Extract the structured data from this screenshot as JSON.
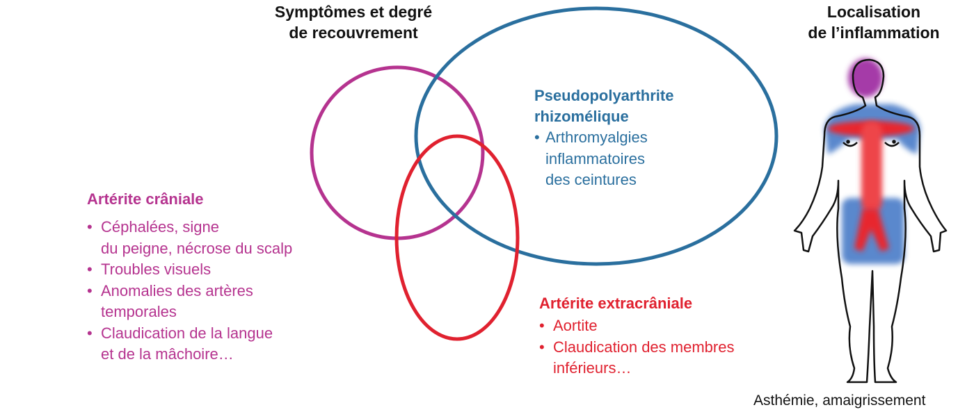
{
  "titles": {
    "left": [
      "Symptômes et degré",
      "de recouvrement"
    ],
    "right": [
      "Localisation",
      "de l’inflammation"
    ]
  },
  "colors": {
    "cranial": "#b5338f",
    "pmr": "#2a6f9e",
    "extracranial": "#e0212f"
  },
  "cranial": {
    "heading": "Artérite crâniale",
    "items": [
      [
        "Céphalées, signe",
        "du peigne, nécrose du scalp"
      ],
      [
        "Troubles visuels"
      ],
      [
        "Anomalies des artères",
        "temporales"
      ],
      [
        "Claudication de la langue",
        "et de la mâchoire…"
      ]
    ]
  },
  "pmr": {
    "heading": [
      "Pseudopolyarthrite",
      "rhizomélique"
    ],
    "items": [
      [
        "Arthromyalgies",
        "inflammatoires",
        "des ceintures"
      ]
    ]
  },
  "extracranial": {
    "heading": "Artérite extracrâniale",
    "items": [
      [
        "Aortite"
      ],
      [
        "Claudication des membres",
        "inférieurs…"
      ]
    ]
  },
  "caption": "Asthémie, amaigrissement"
}
